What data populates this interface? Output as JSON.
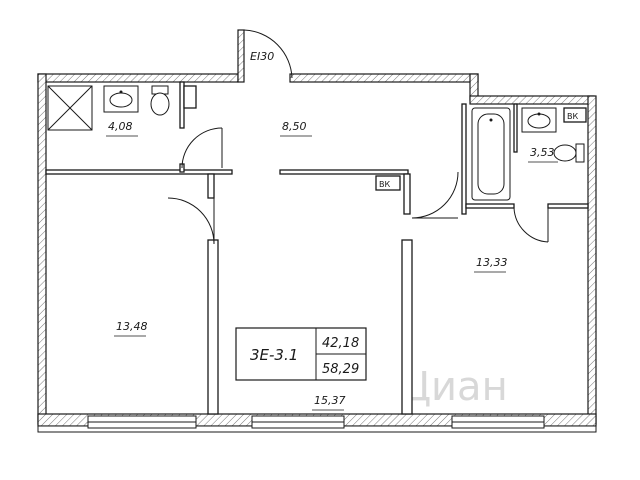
{
  "plan": {
    "door_label": "EI30",
    "rooms": [
      {
        "id": "bathroom",
        "area": "4,08"
      },
      {
        "id": "hall",
        "area": "8,50"
      },
      {
        "id": "wc",
        "area": "3,53"
      },
      {
        "id": "bedroom-right",
        "area": "13,33"
      },
      {
        "id": "bedroom-left",
        "area": "13,48"
      },
      {
        "id": "living",
        "area": "15,37"
      }
    ],
    "vk_label": "ВК",
    "apartment": {
      "code": "3Е-3.1",
      "living_area": "42,18",
      "total_area": "58,29"
    },
    "watermark": "Циан"
  }
}
